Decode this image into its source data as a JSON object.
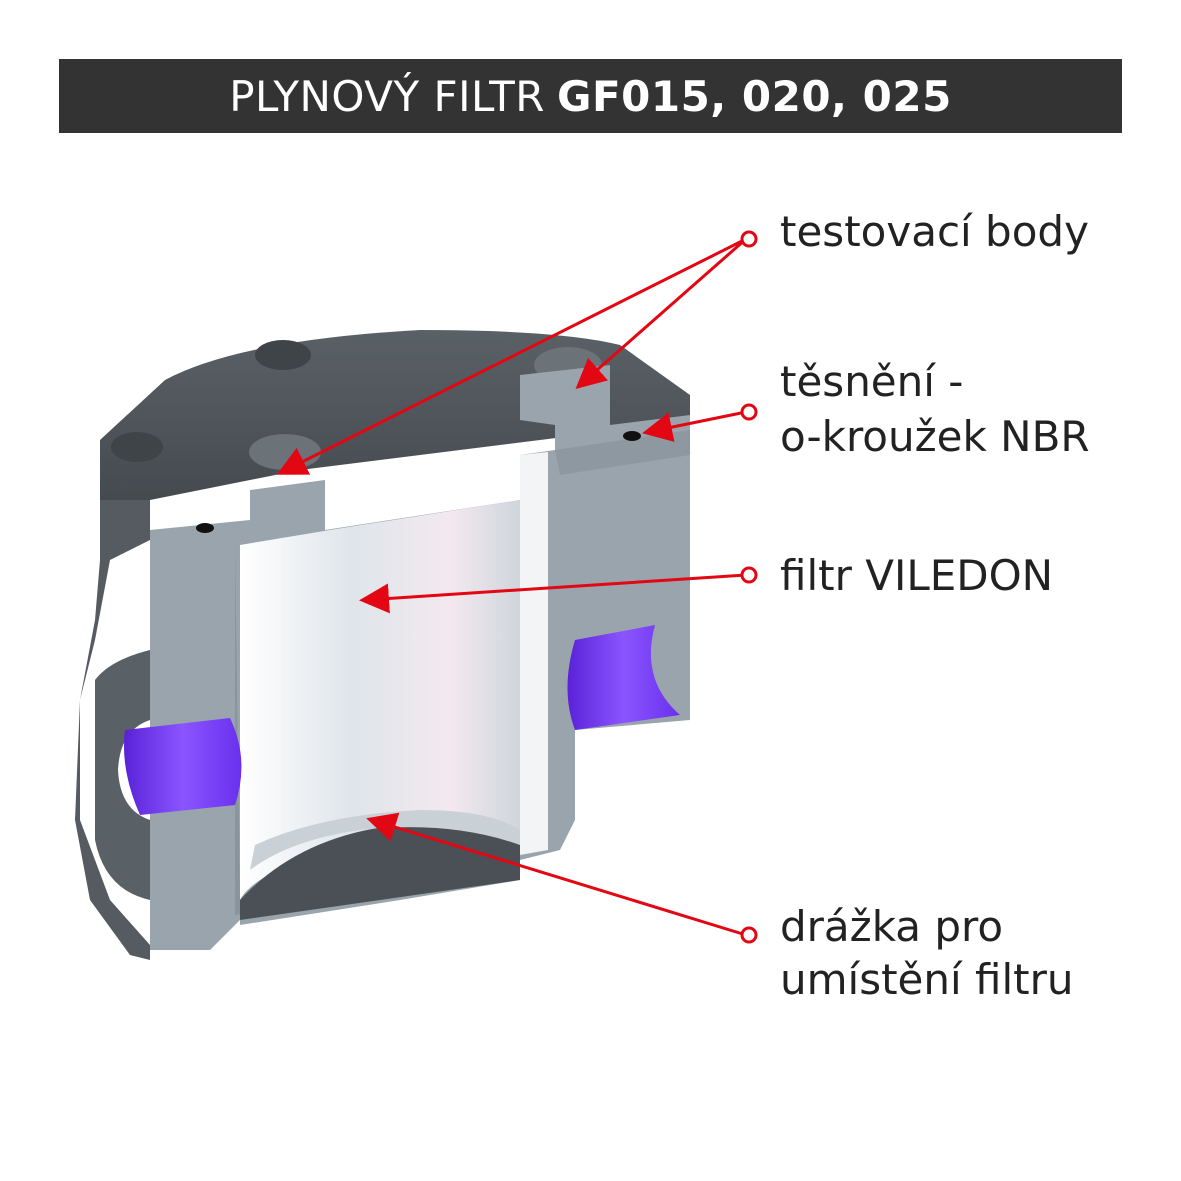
{
  "title": {
    "regular": "PLYNOVÝ FILTR",
    "bold": "GF015, 020, 025"
  },
  "labels": {
    "test_points": "testovací body",
    "seal_line1": "těsnění -",
    "seal_line2": "o-kroužek NBR",
    "filter": "filtr VILEDON",
    "groove_line1": "drážka pro",
    "groove_line2": "umístění filtru"
  },
  "colors": {
    "title_bg": "#333333",
    "arrow": "#e30613",
    "body_gray": "#9aa4ad",
    "body_dark": "#4e5459",
    "port_purple": "#7a3cff",
    "filter_light": "#e8ecef"
  }
}
